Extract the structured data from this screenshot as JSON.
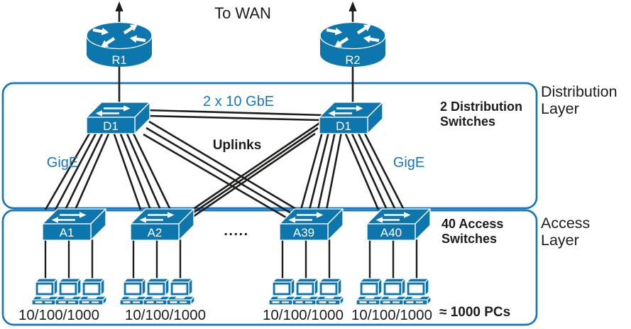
{
  "colors": {
    "icon_blue": "#0d76ad",
    "accent_blue": "#1777bd",
    "line_black": "#1d1d1b",
    "text_black": "#1c1c1c"
  },
  "wan": {
    "label": "To WAN"
  },
  "routers": [
    {
      "label": "R1"
    },
    {
      "label": "R2"
    }
  ],
  "distribution": {
    "layer_label": [
      "Distribution",
      "Layer"
    ],
    "note": [
      "2 Distribution",
      "Switches"
    ],
    "switches": [
      {
        "label": "D1"
      },
      {
        "label": "D1"
      }
    ],
    "trunk_label": "2 x 10 GbE",
    "uplinks_label": "Uplinks",
    "gige_labels": [
      "GigE",
      "GigE"
    ]
  },
  "access": {
    "layer_label": [
      "Access",
      "Layer"
    ],
    "note": [
      "40 Access",
      "Switches"
    ],
    "switches": [
      {
        "label": "A1"
      },
      {
        "label": "A2"
      },
      {
        "label": "A39"
      },
      {
        "label": "A40"
      }
    ],
    "ellipsis": ".....",
    "pc_speed_labels": [
      "10/100/1000",
      "10/100/1000",
      "10/100/1000",
      "10/100/1000"
    ],
    "pc_count_label": "≈ 1000 PCs"
  }
}
